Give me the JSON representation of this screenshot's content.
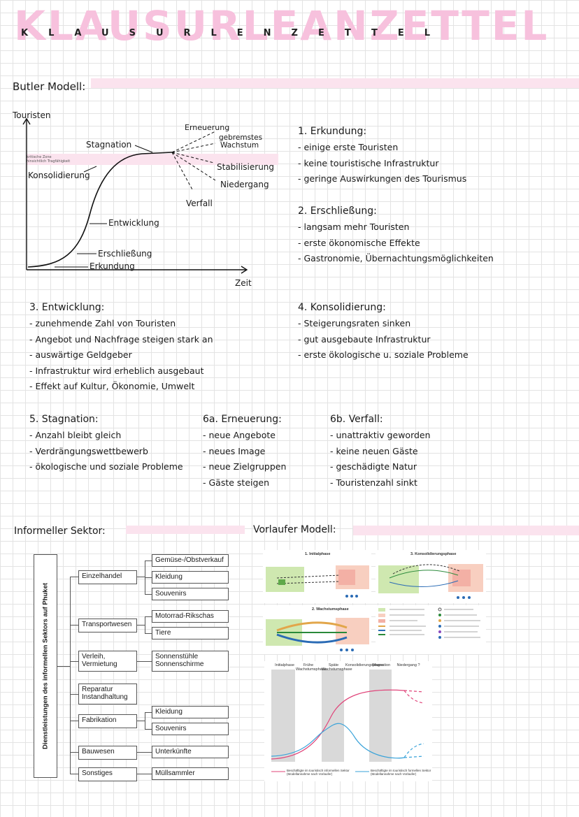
{
  "title_big": "KLAUSURLEANZETTEL",
  "title_spaced": "KLAUSURLENZETTEL",
  "butler": {
    "heading": "Butler Modell:",
    "y_axis": "Touristen",
    "x_axis": "Zeit",
    "critical_zone": "kritische Zone\nhinsichtlich Tragfähigkeit",
    "labels": {
      "stagnation": "Stagnation",
      "konsolidierung": "Konsolidierung",
      "entwicklung": "Entwicklung",
      "erschliessung": "Erschließung",
      "erkundung": "Erkundung",
      "erneuerung": "Erneuerung",
      "gebremstes": "gebremstes",
      "wachstum": "Wachstum",
      "stabilisierung": "Stabilisierung",
      "niedergang": "Niedergang",
      "verfall": "Verfall"
    }
  },
  "sections": {
    "s1": {
      "title": "1. Erkundung:",
      "items": [
        "einige erste Touristen",
        "keine touristische Infrastruktur",
        "geringe Auswirkungen des Tourismus"
      ]
    },
    "s2": {
      "title": "2. Erschließung:",
      "items": [
        "langsam mehr Touristen",
        "erste ökonomische Effekte",
        "Gastronomie, Übernachtungsmöglichkeiten"
      ]
    },
    "s3": {
      "title": "3. Entwicklung:",
      "items": [
        "zunehmende Zahl von Touristen",
        "Angebot und Nachfrage steigen stark an",
        "auswärtige Geldgeber",
        "Infrastruktur wird erheblich ausgebaut",
        "Effekt auf Kultur, Ökonomie, Umwelt"
      ]
    },
    "s4": {
      "title": "4. Konsolidierung:",
      "items": [
        "Steigerungsraten sinken",
        "gut ausgebaute Infrastruktur",
        "erste ökologische u. soziale Probleme"
      ]
    },
    "s5": {
      "title": "5. Stagnation:",
      "items": [
        "Anzahl bleibt gleich",
        "Verdrängungswettbewerb",
        "ökologische und soziale Probleme"
      ]
    },
    "s6a": {
      "title": "6a. Erneuerung:",
      "items": [
        "neue Angebote",
        "neues Image",
        "neue Zielgruppen",
        "Gäste steigen"
      ]
    },
    "s6b": {
      "title": "6b. Verfall:",
      "items": [
        "unattraktiv geworden",
        "keine neuen Gäste",
        "geschädigte Natur",
        "Touristenzahl sinkt"
      ]
    }
  },
  "informal": {
    "heading": "Informeller Sektor:",
    "sidebar": "Dienstleistungen des informellen Sektors auf Phuket",
    "categories": [
      "Einzelhandel",
      "Transportwesen",
      "Verleih, Vermietung",
      "Reparatur Instandhaltung",
      "Fabrikation",
      "Bauwesen",
      "Sonstiges"
    ],
    "items": {
      "einzelhandel": [
        "Gemüse-/Obstverkauf",
        "Kleidung",
        "Souvenirs"
      ],
      "transport": [
        "Motorrad-Rikschas",
        "Tiere"
      ],
      "verleih": "Sonnenstühle Sonnenschirme",
      "fabrikation": [
        "Kleidung",
        "Souvenirs"
      ],
      "bauwesen": "Unterkünfte",
      "sonstiges": "Müllsammler"
    }
  },
  "vorlaufer": {
    "heading": "Vorlaufer Modell:",
    "panels": [
      "1. Initialphase",
      "3. Konsolidierungsphase",
      "2. Wachstumsphase"
    ],
    "phases": [
      "Initialphase",
      "Frühe Wachstumsphase",
      "Späte Wachstumsphase",
      "Konsolidierungsphase",
      "Stagnation",
      "Niedergang ?"
    ],
    "legend_left": "Beschäftigte im touristisch informellen Sektor (Modellannahme nach Vorlaufer)",
    "legend_right": "Beschäftigte im touristisch formellen Sektor (Modellannahme nach Vorlaufer)"
  },
  "colors": {
    "pink": "#f7c1dd",
    "highlight": "#fbe3ee",
    "grid": "#e3e3e3",
    "red": "#e0457a",
    "blue": "#3aa3d9"
  }
}
